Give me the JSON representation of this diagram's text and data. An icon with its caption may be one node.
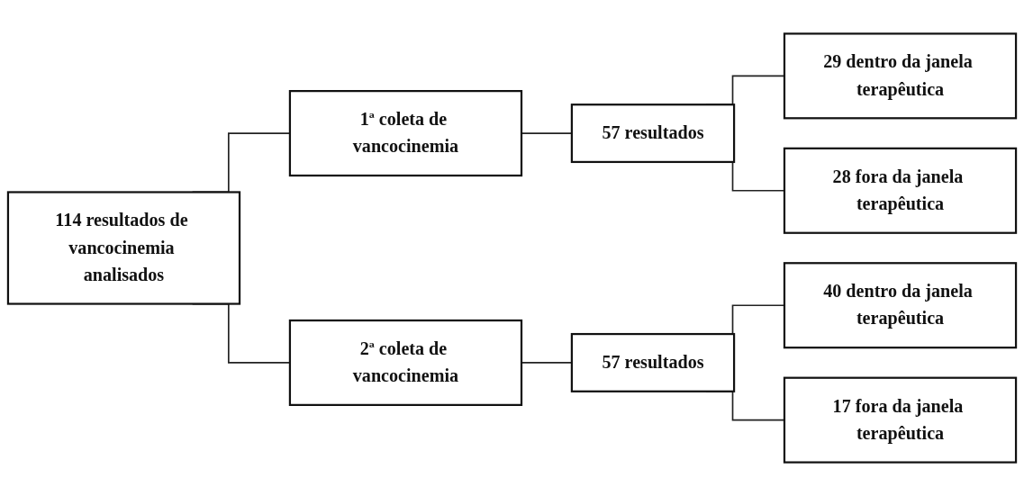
{
  "diagram": {
    "nodes": [
      {
        "text": [
          "114 resultados de vancocinemia analisados"
        ]
      },
      {
        "text": [
          "1ª coleta de vancocinemia"
        ]
      },
      {
        "text": [
          "57 resultados"
        ]
      },
      {
        "text": [
          "29 dentro da janela terapêutica"
        ]
      },
      {
        "text": [
          "28 fora da janela terapêutica"
        ]
      },
      {
        "text": [
          "2ª coleta de vancocinemia"
        ]
      },
      {
        "text": [
          "57 resultados"
        ]
      },
      {
        "text": [
          "40 dentro da janela terapêutica"
        ]
      },
      {
        "text": [
          "17 fora da janela terapêutica"
        ]
      }
    ],
    "edges": [
      {
        "from": 0,
        "to": 1,
        "arrow": "none"
      },
      {
        "from": 1,
        "to": 2,
        "arrow": "none"
      },
      {
        "from": 2,
        "to": 3,
        "arrow": "none"
      },
      {
        "from": 2,
        "to": 4,
        "arrow": "none"
      },
      {
        "from": 0,
        "to": 5,
        "arrow": "none"
      },
      {
        "from": 5,
        "to": 6,
        "arrow": "none"
      },
      {
        "from": 6,
        "to": 7,
        "arrow": "none"
      },
      {
        "from": 6,
        "to": 8,
        "arrow": "none"
      }
    ]
  }
}
